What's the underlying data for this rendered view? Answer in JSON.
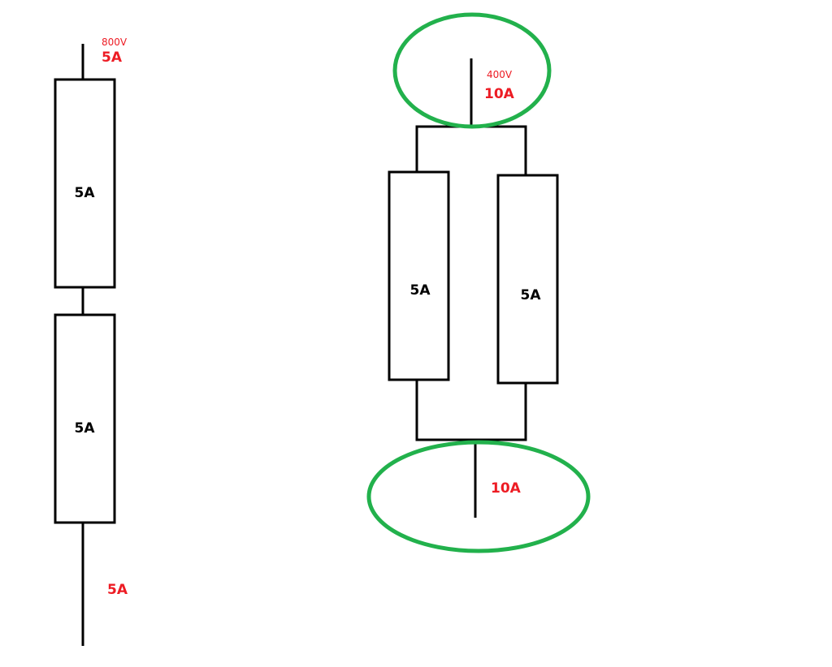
{
  "series_circuit": {
    "supply_voltage": "800V",
    "input_current": "5A",
    "resistor_1_label": "5A",
    "resistor_2_label": "5A",
    "output_current": "5A"
  },
  "parallel_circuit": {
    "supply_voltage": "400V",
    "input_current": "10A",
    "resistor_left_label": "5A",
    "resistor_right_label": "5A",
    "output_current": "10A"
  },
  "colors": {
    "wire": "#000000",
    "annotation": "#ed1c24",
    "highlight": "#22b14c"
  }
}
